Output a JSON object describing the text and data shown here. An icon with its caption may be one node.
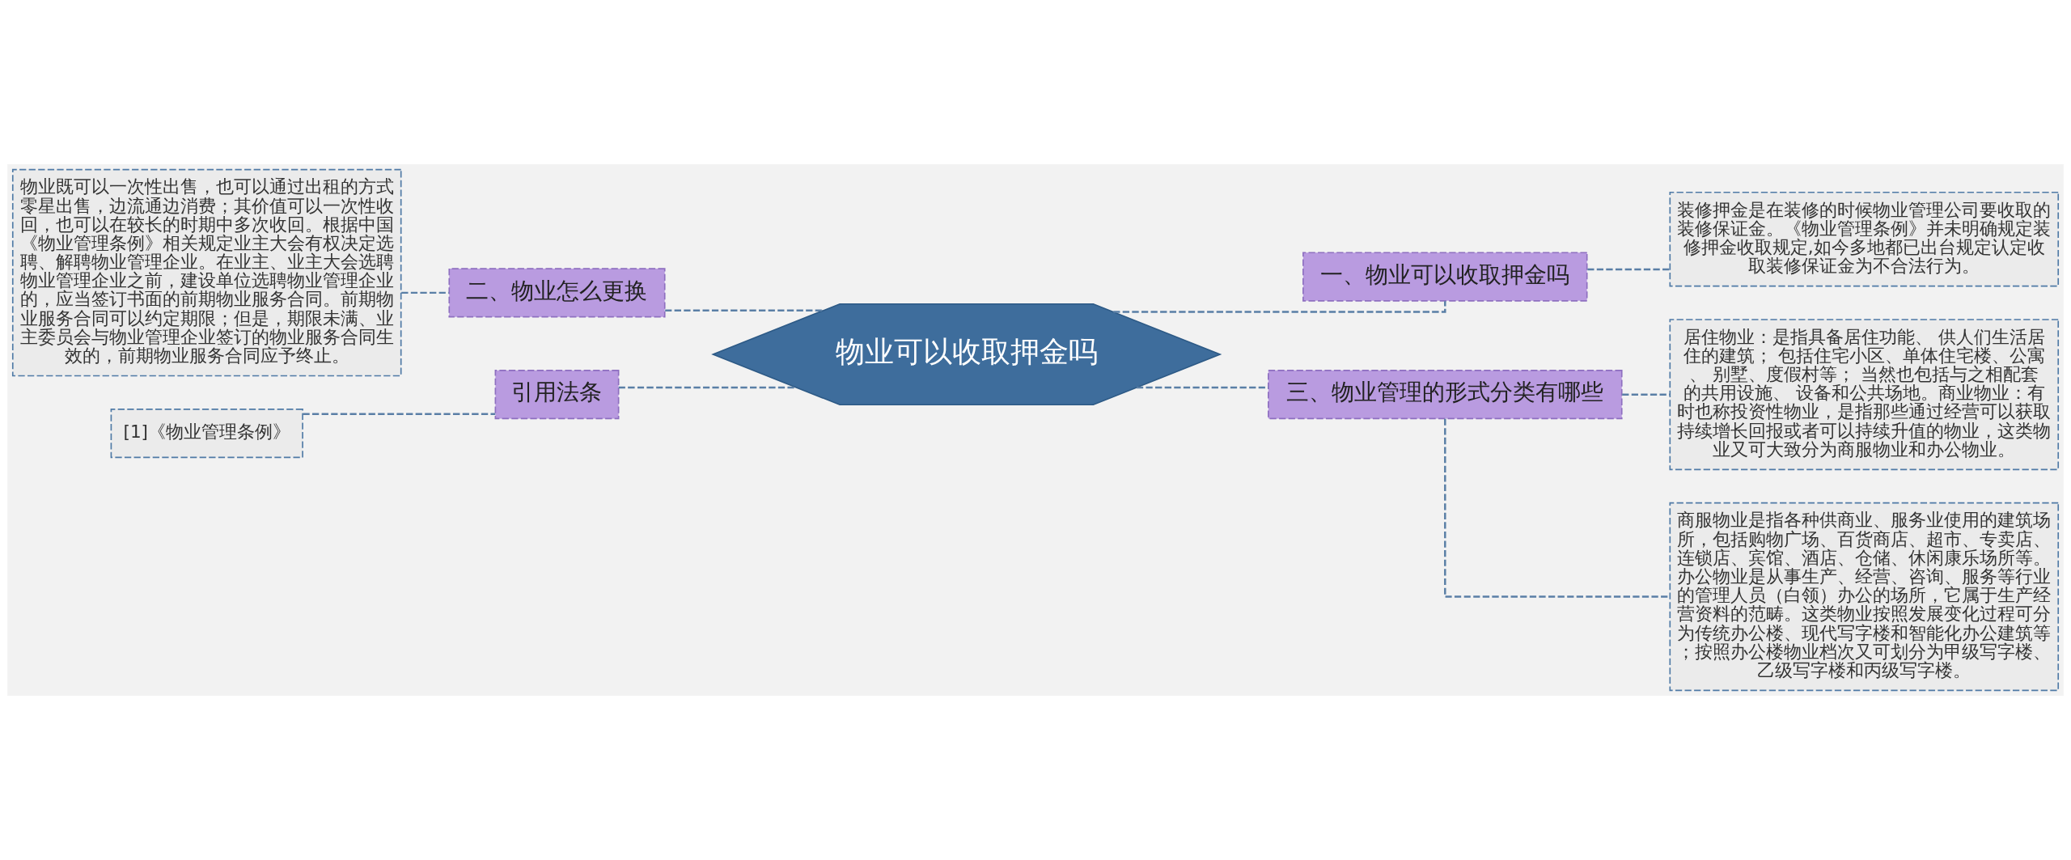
{
  "diagram": {
    "nodes": [
      {
        "text": [
          "物业可以收取押金吗"
        ]
      },
      {
        "text": [
          "一、物业可以收取押金吗"
        ]
      },
      {
        "text": [
          "装修押金是在装修的时候物业管理公司要收取的装修保证金。《物业管理条例》并未明确规定装修押金收取规定,如今多地都已出台规定认定收取装修保证金为不合法行为。"
        ]
      },
      {
        "text": [
          "二、物业怎么更换"
        ]
      },
      {
        "text": [
          "物业既可以一次性出售，也可以通过出租的方式零星出售，边流通边消费；其价值可以一次性收回，也可以在较长的时期中多次收回。根据中国《物业管理条例》相关规定业主大会有权决定选聘、解聘物业管理企业。在业主、业主大会选聘物业管理企业之前，建设单位选聘物业管理企业的，应当签订书面的前期物业服务合同。前期物业服务合同可以约定期限；但是，期限未满、业主委员会与物业管理企业签订的物业服务合同生效的，前期物业服务合同应予终止。"
        ]
      },
      {
        "text": [
          "三、物业管理的形式分类有哪些"
        ]
      },
      {
        "text": [
          "居住物业：是指具备居住功能、 供人们生活居住的建筑； 包括住宅小区、单体住宅楼、公寓、 别墅、度假村等； 当然也包括与之相配套的共用设施、 设备和公共场地。商业物业：有时也称投资性物业，是指那些通过经营可以获取持续增长回报或者可以持续升值的物业，这类物业又可大致分为商服物业和办公物业。"
        ]
      },
      {
        "text": [
          "商服物业是指各种供商业、服务业使用的建筑场所，包括购物广场、百货商店、超市、专卖店、连锁店、宾馆、酒店、仓储、休闲康乐场所等。办公物业是从事生产、经营、咨询、服务等行业的管理人员（白领）办公的场所，它属于生产经营资料的范畴。这类物业按照发展变化过程可分为传统办公楼、现代写字楼和智能化办公建筑等；按照办公楼物业档次又可划分为甲级写字楼、乙级写字楼和丙级写字楼。"
        ]
      },
      {
        "text": [
          "引用法条"
        ]
      },
      {
        "text": [
          "[1]《物业管理条例》"
        ]
      }
    ],
    "edges": [
      {
        "from": 0,
        "to": 1,
        "arrow": "none"
      },
      {
        "from": 1,
        "to": 2,
        "arrow": "none"
      },
      {
        "from": 0,
        "to": 3,
        "arrow": "none"
      },
      {
        "from": 3,
        "to": 4,
        "arrow": "none"
      },
      {
        "from": 0,
        "to": 5,
        "arrow": "none"
      },
      {
        "from": 5,
        "to": 6,
        "arrow": "none"
      },
      {
        "from": 5,
        "to": 7,
        "arrow": "none"
      },
      {
        "from": 0,
        "to": 8,
        "arrow": "none"
      },
      {
        "from": 8,
        "to": 9,
        "arrow": "none"
      }
    ]
  }
}
